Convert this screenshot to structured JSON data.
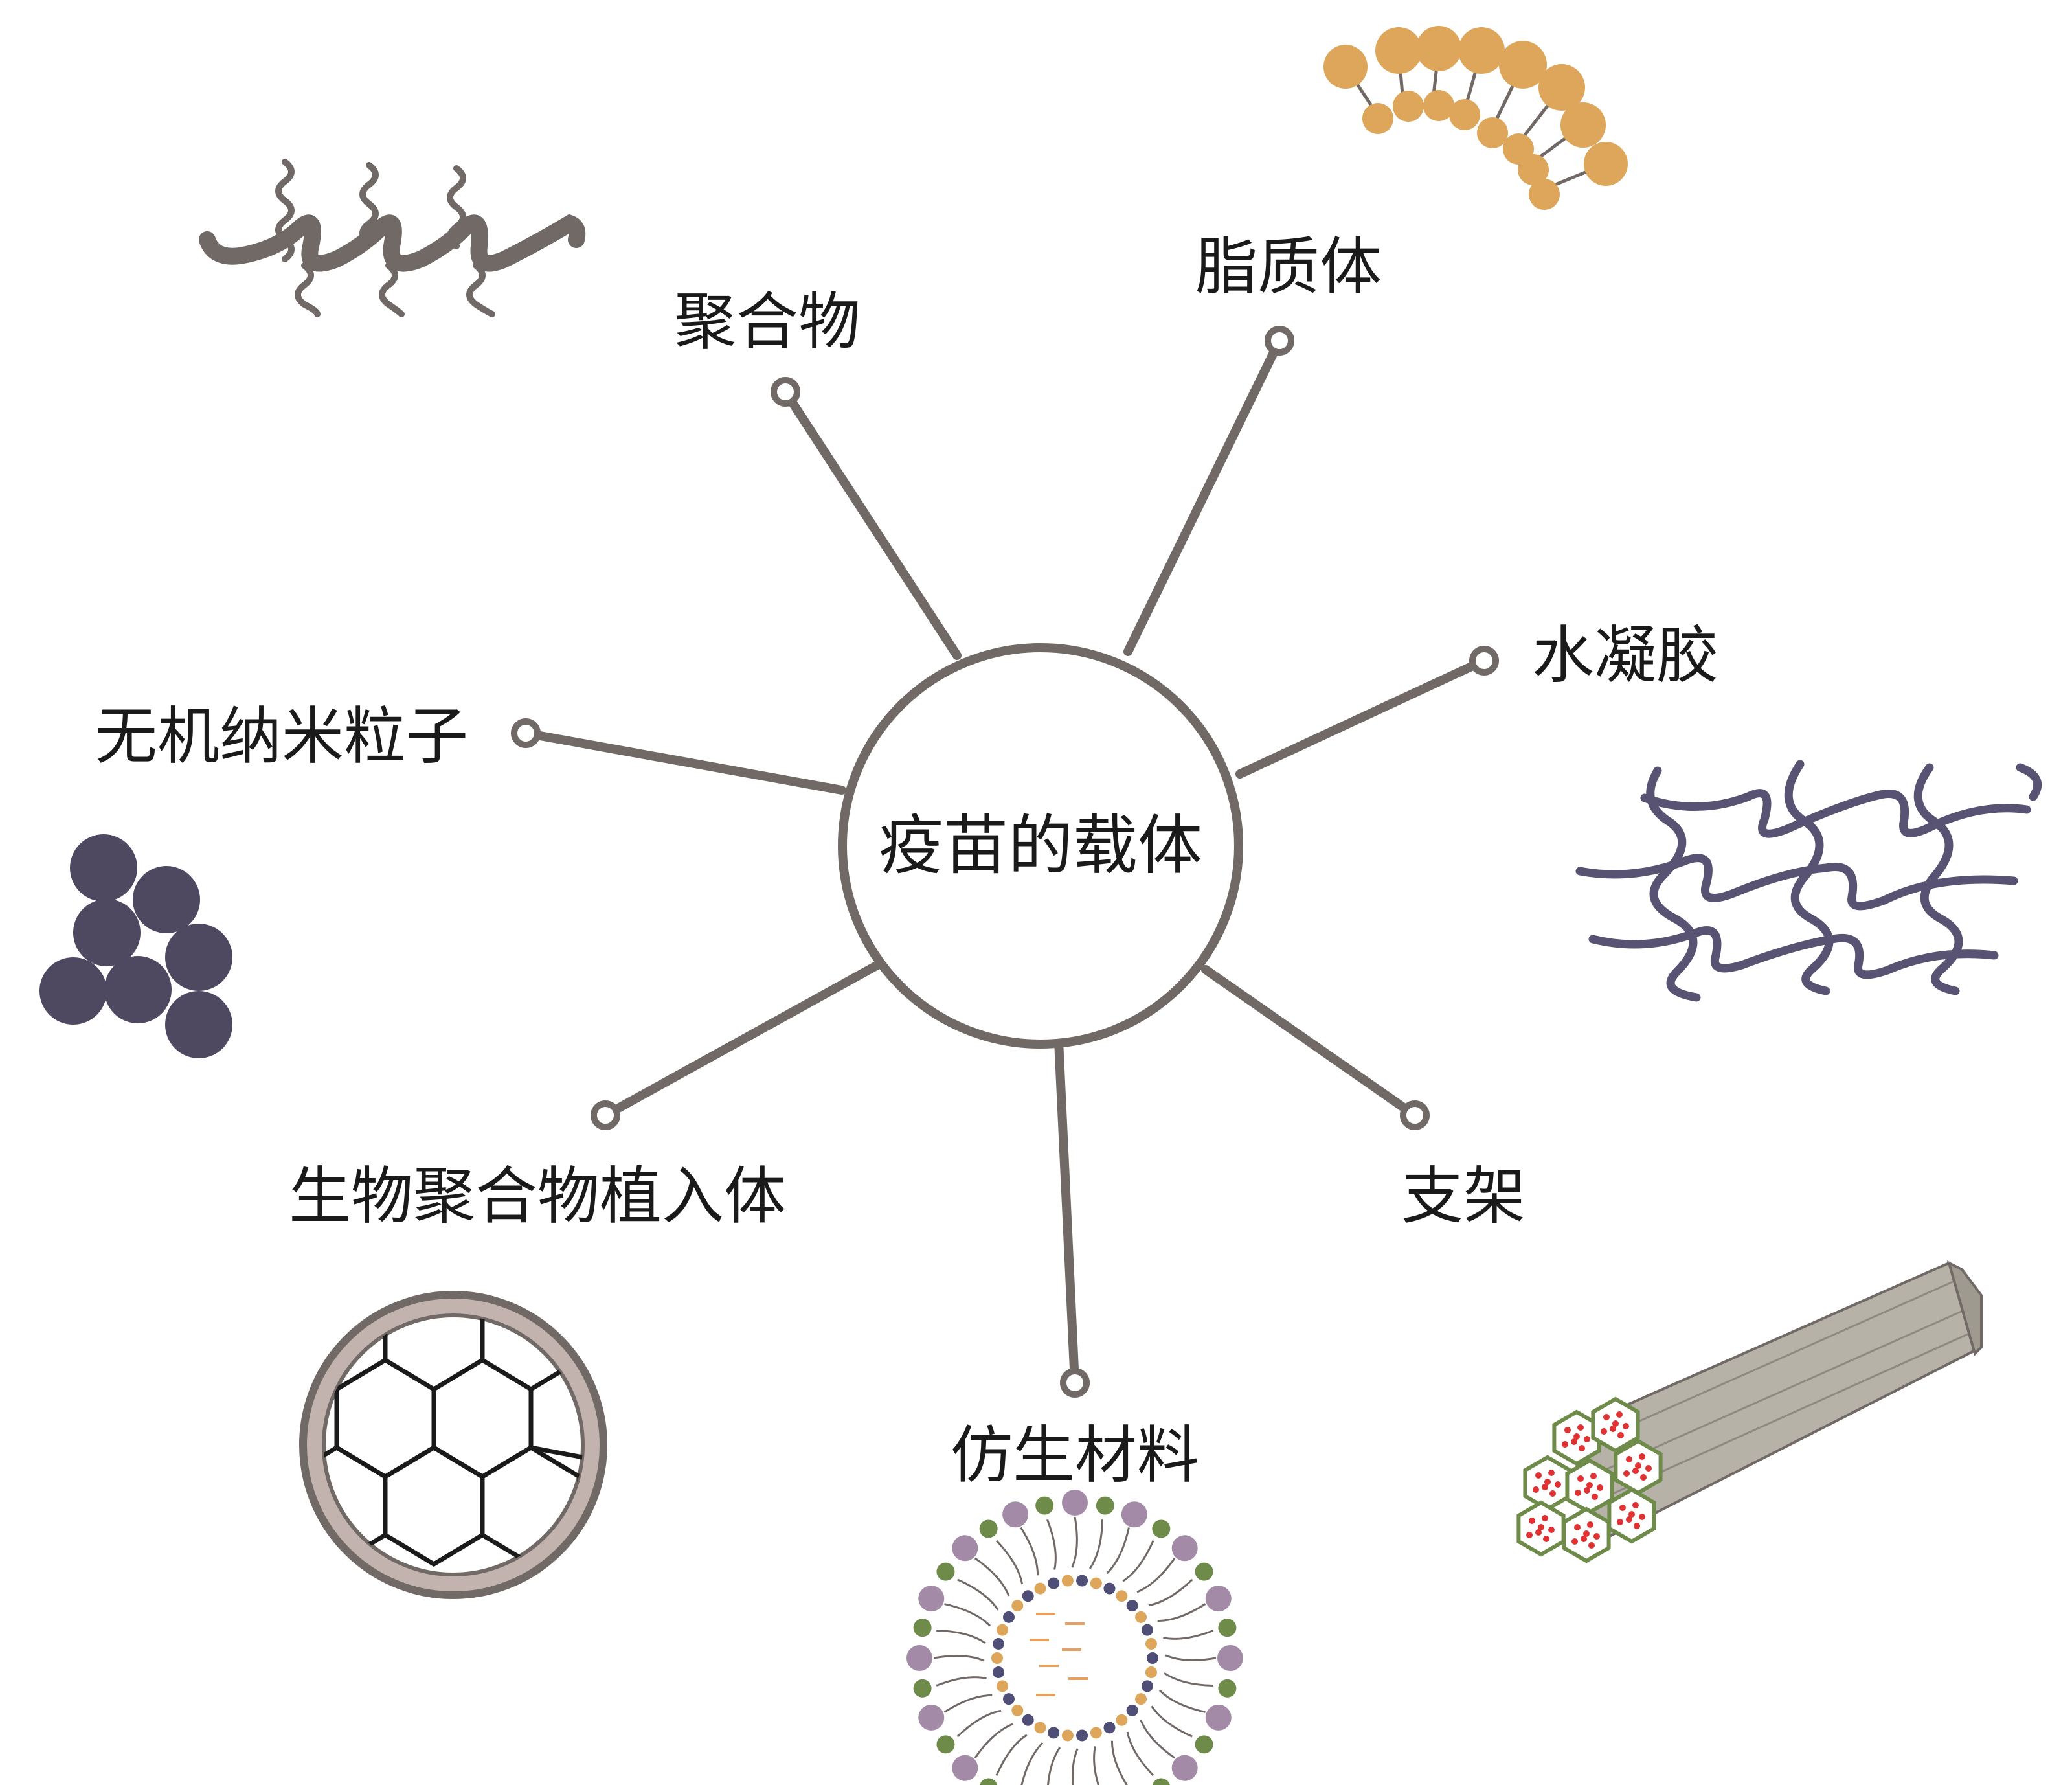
{
  "center": {
    "label": "疫苗的载体"
  },
  "nodes": [
    {
      "id": "polymer",
      "label": "聚合物",
      "icon": "polymer-chain-icon"
    },
    {
      "id": "liposome",
      "label": "脂质体",
      "icon": "lipid-bilayer-icon"
    },
    {
      "id": "hydrogel",
      "label": "水凝胶",
      "icon": "hydrogel-network-icon"
    },
    {
      "id": "inorganic",
      "label": "无机纳米粒子",
      "icon": "nanoparticle-cluster-icon"
    },
    {
      "id": "implant",
      "label": "生物聚合物植入体",
      "icon": "honeycomb-implant-icon"
    },
    {
      "id": "biomimetic",
      "label": "仿生材料",
      "icon": "biomimetic-vesicle-icon"
    },
    {
      "id": "scaffold",
      "label": "支架",
      "icon": "scaffold-bundle-icon"
    }
  ],
  "colors": {
    "line": "#716966",
    "polymer": "#716966",
    "lipid": "#DEA65A",
    "hydrogel": "#585373",
    "nanoparticle": "#4E4860",
    "implant_ring": "#C2B3AE",
    "implant_border": "#716966",
    "vesicle_outer": "#A38BA8",
    "vesicle_green": "#6E8B4A",
    "vesicle_inner": "#4F4E77",
    "scaffold_body": "#B7B2A8",
    "scaffold_edge": "#6E8B4A",
    "scaffold_dot": "#E03232"
  }
}
